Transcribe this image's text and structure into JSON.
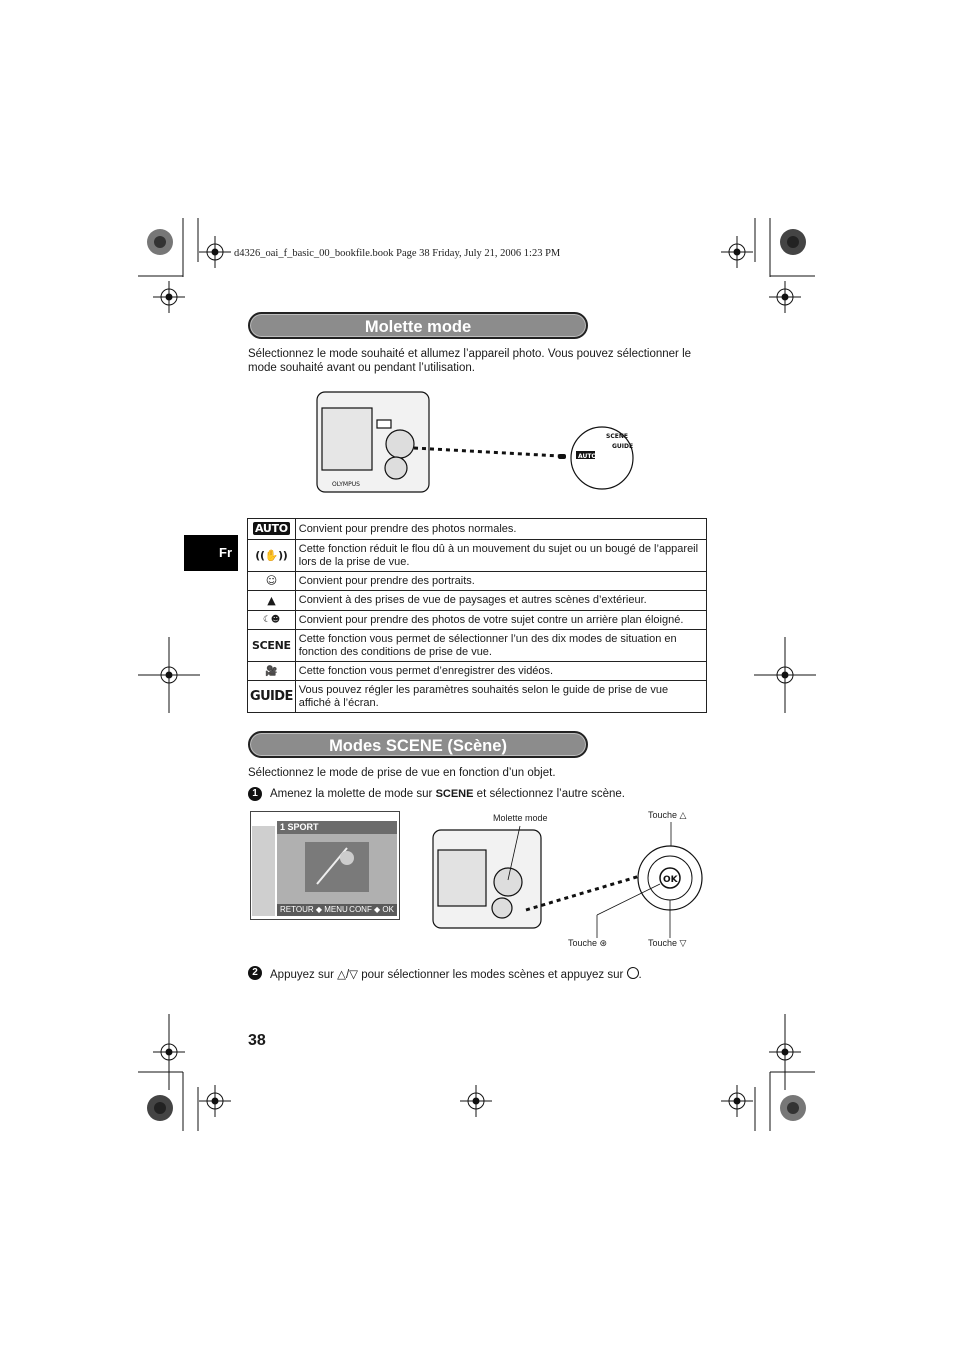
{
  "header": {
    "file_line": "d4326_oai_f_basic_00_bookfile.book  Page 38  Friday, July 21, 2006  1:23 PM"
  },
  "side_tab": "Fr",
  "section1": {
    "title": "Molette mode",
    "intro": "Sélectionnez le mode souhaité et allumez l’appareil photo. Vous pouvez sélectionner le mode souhaité avant ou pendant l’utilisation.",
    "dial_labels": [
      "AUTO",
      "SCENE",
      "GUIDE"
    ],
    "camera_brand": "OLYMPUS"
  },
  "modes_table": [
    {
      "icon": "AUTO",
      "icon_name": "auto-mode-icon",
      "text": "Convient pour prendre des photos normales."
    },
    {
      "icon": "((✋))",
      "icon_name": "anti-shake-icon",
      "text": "Cette fonction réduit le flou dû à un mouvement du sujet ou un bougé de l’appareil lors de la prise de vue."
    },
    {
      "icon": "☺",
      "icon_name": "portrait-icon",
      "text": "Convient pour prendre des portraits."
    },
    {
      "icon": "▲",
      "icon_name": "landscape-icon",
      "text": "Convient à des prises de vue de paysages et autres scènes d’extérieur."
    },
    {
      "icon": "☾☻",
      "icon_name": "night-portrait-icon",
      "text": "Convient pour prendre des photos de votre sujet contre un arrière plan éloigné."
    },
    {
      "icon": "SCENE",
      "icon_name": "scene-mode-icon",
      "text": "Cette fonction vous permet de sélectionner l’un des dix modes de situation en fonction des conditions de prise de vue."
    },
    {
      "icon": "🎥",
      "icon_name": "movie-icon",
      "text": "Cette fonction vous permet d’enregistrer des vidéos."
    },
    {
      "icon": "GUIDE",
      "icon_name": "guide-mode-icon",
      "text": "Vous pouvez régler les paramètres souhaités selon le guide de prise de vue affiché à l’écran."
    }
  ],
  "section2": {
    "title": "Modes SCENE (Scène)",
    "intro": "Sélectionnez le mode de prise de vue en fonction d’un objet.",
    "step1_num": "1",
    "step1_before": "Amenez la molette de mode sur",
    "step1_icon": "SCENE",
    "step1_after": "et sélectionnez l’autre scène.",
    "step2_num": "2",
    "step2_before": "Appuyez sur",
    "step2_arrows": "△/▽",
    "step2_after": "pour sélectionner les modes scènes et appuyez sur",
    "step2_end": "."
  },
  "lcd_screen": {
    "header": "1  SPORT",
    "footer_left": "RETOUR ◆ MENU",
    "footer_right": "CONF ◆ OK"
  },
  "callouts": {
    "mode_dial": "Molette mode",
    "up_key": "Touche △",
    "ok_key": "Touche ⊛",
    "down_key": "Touche ▽",
    "ok_label": "OK"
  },
  "page_number": "38"
}
